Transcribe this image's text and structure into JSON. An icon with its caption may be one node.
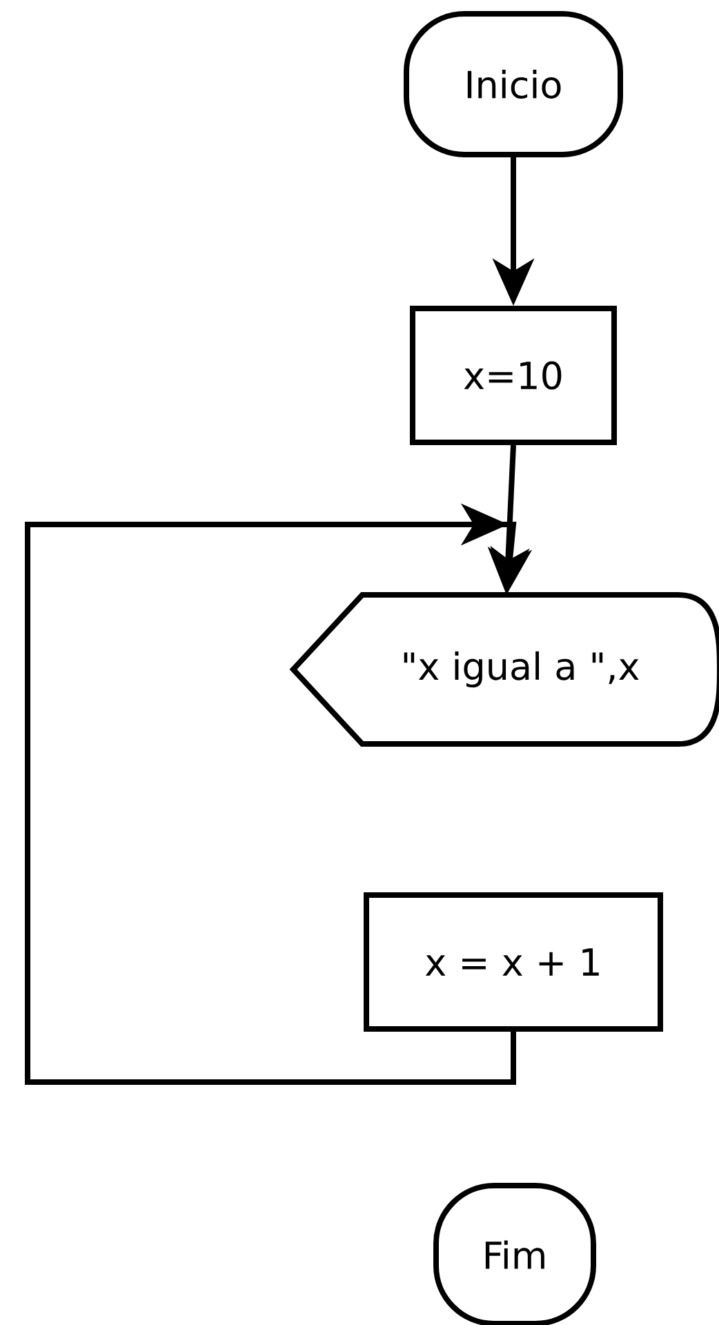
{
  "diagram": {
    "nodes": [
      {
        "text": [
          "Inicio"
        ]
      },
      {
        "text": [
          "x=10"
        ]
      },
      {
        "text": [
          "\"x igual a \",x"
        ]
      },
      {
        "text": [
          "x = x + 1"
        ]
      },
      {
        "text": [
          "Fim"
        ]
      }
    ],
    "edges": [
      {
        "from": 0,
        "to": 1,
        "arrow": "to"
      },
      {
        "from": 1,
        "to": 2,
        "arrow": "to"
      },
      {
        "from": 3,
        "to": 2,
        "arrow": "to"
      }
    ]
  }
}
